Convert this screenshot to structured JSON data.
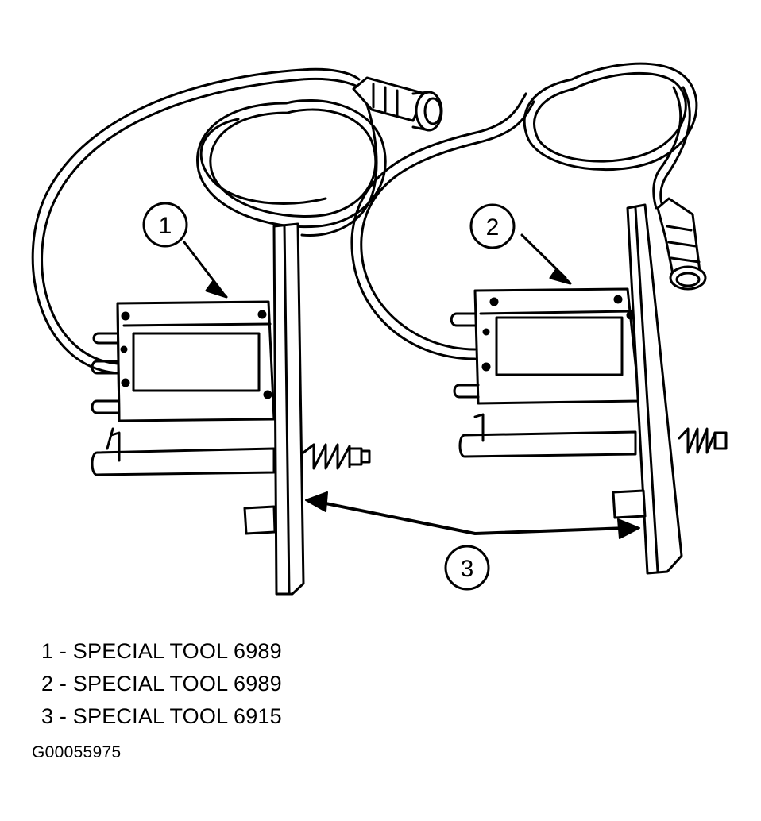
{
  "callouts": [
    {
      "number": "1"
    },
    {
      "number": "2"
    },
    {
      "number": "3"
    }
  ],
  "legend": [
    "1 - SPECIAL TOOL 6989",
    "2 - SPECIAL TOOL 6989",
    "3 - SPECIAL TOOL 6915"
  ],
  "figure_id": "G00055975"
}
